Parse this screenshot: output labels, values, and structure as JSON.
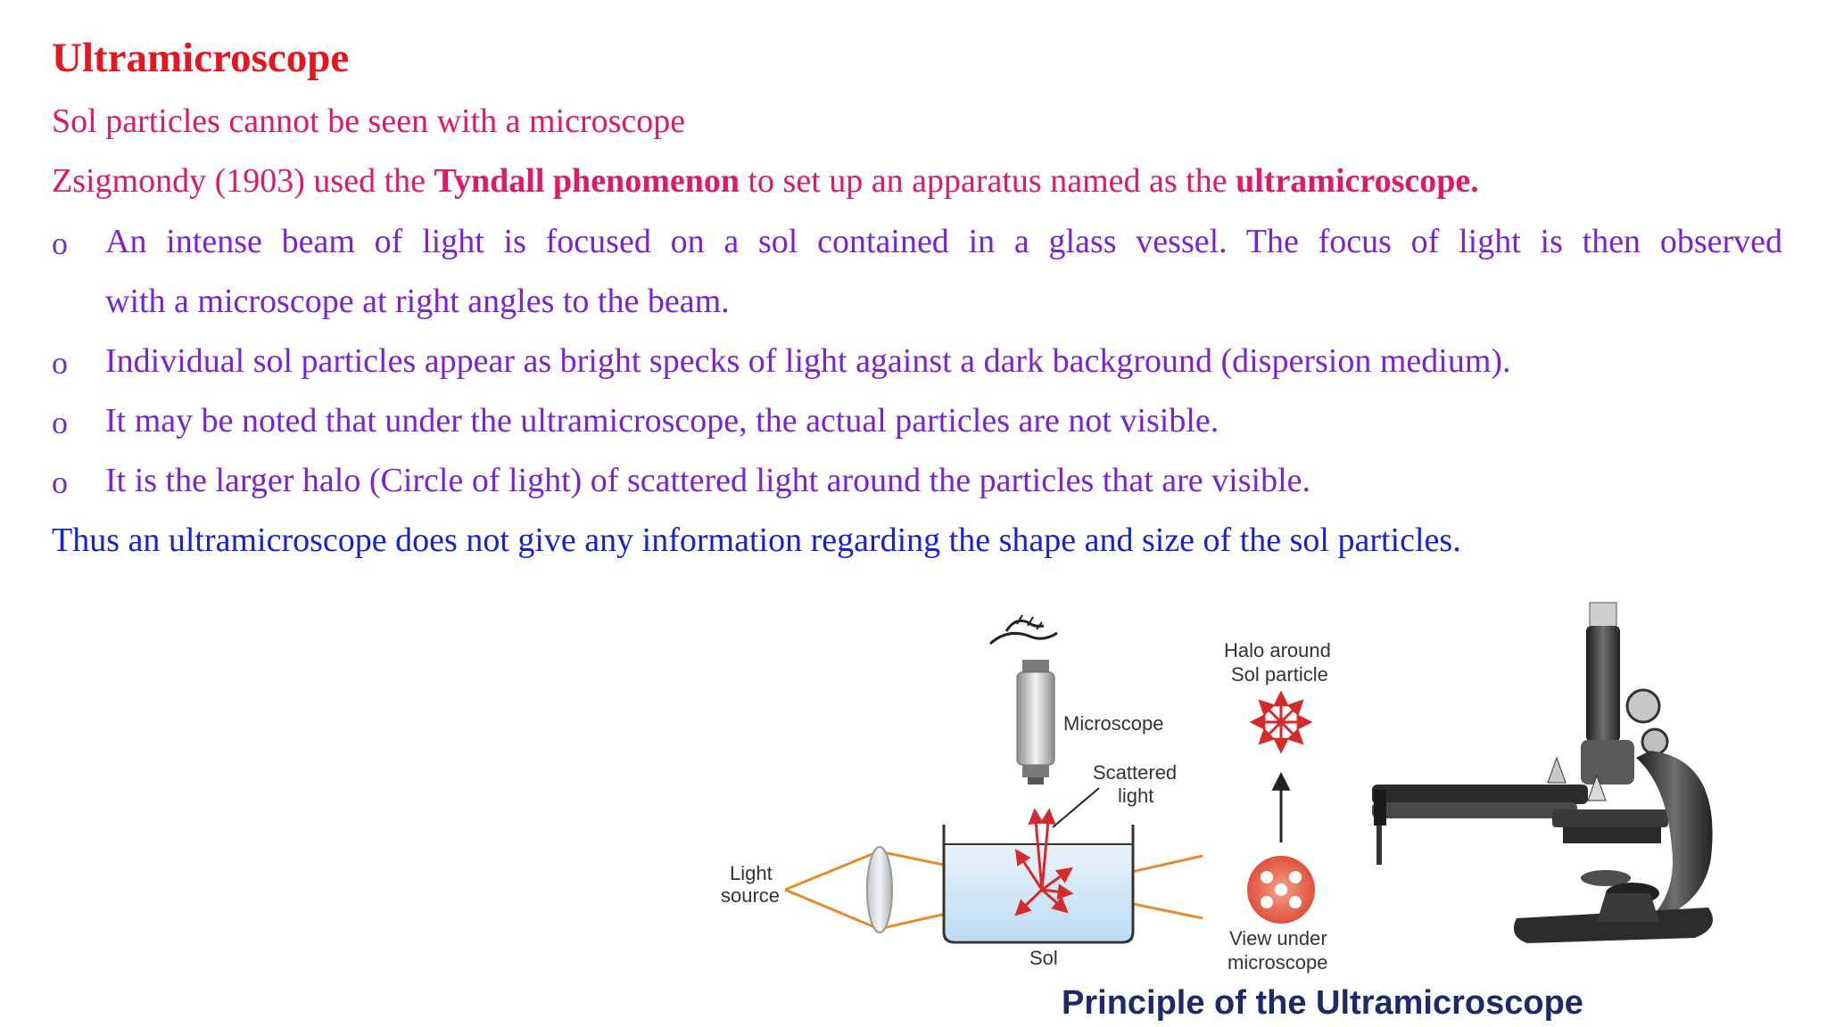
{
  "title": "Ultramicroscope",
  "line1": "Sol particles cannot be seen with a microscope",
  "line2": {
    "pre": "Zsigmondy (1903) used the ",
    "bold1": "Tyndall phenomenon",
    "mid": " to set up an apparatus named as the ",
    "bold2": "ultramicroscope."
  },
  "bullet_symbol": "o",
  "bullets": {
    "b1_line1": "An intense beam of light is focused on a sol contained in a glass vessel. The focus of light is then observed",
    "b1_line2": "with a microscope at right angles to the beam.",
    "b2": "Individual sol particles appear as bright specks of light against a dark background (dispersion medium).",
    "b3": "It may be noted that under the ultramicroscope, the actual particles are not visible.",
    "b4": "It is the larger halo (Circle of light) of scattered light around the particles that are visible."
  },
  "conclusion": "Thus an ultramicroscope does not give any information regarding the shape and size of the sol particles.",
  "diagram": {
    "labels": {
      "microscope": "Microscope",
      "scattered1": "Scattered",
      "scattered2": "light",
      "light1": "Light",
      "light2": "source",
      "sol": "Sol",
      "halo1": "Halo around",
      "halo2": "Sol particle",
      "view1": "View under",
      "view2": "microscope"
    },
    "caption": "Principle of the Ultramicroscope"
  },
  "colors": {
    "title": "#e8141e",
    "intro": "#e0186a",
    "bullets": "#7b22d6",
    "conclusion": "#1522d4",
    "caption": "#1a2a6b",
    "beam": "#e88a2a",
    "arrows": "#d42a2a",
    "liquid": "#cfe6f6"
  }
}
